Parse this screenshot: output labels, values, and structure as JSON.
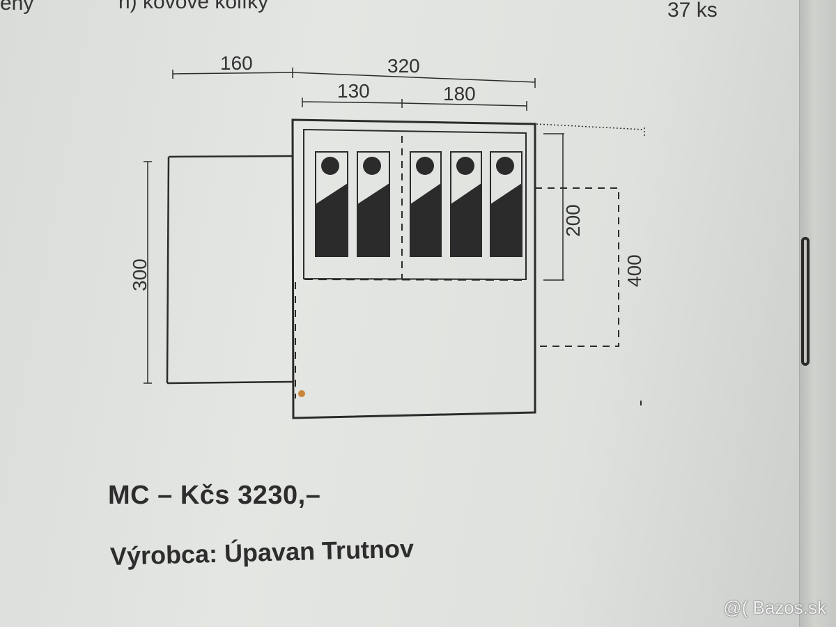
{
  "top_text": {
    "left": "eny",
    "middle": "n) kovové kolíky",
    "right": "37 ks"
  },
  "dimensions": {
    "d160": "160",
    "d320": "320",
    "d130": "130",
    "d180": "180",
    "d200": "200",
    "d400": "400",
    "d300": "300"
  },
  "price": "MC – Kčs 3230,–",
  "manufacturer": "Výrobca: Úpavan Trutnov",
  "watermark": "@( Bazos.sk",
  "colors": {
    "paper": "#e0e2df",
    "ink": "#2b2b2b"
  }
}
